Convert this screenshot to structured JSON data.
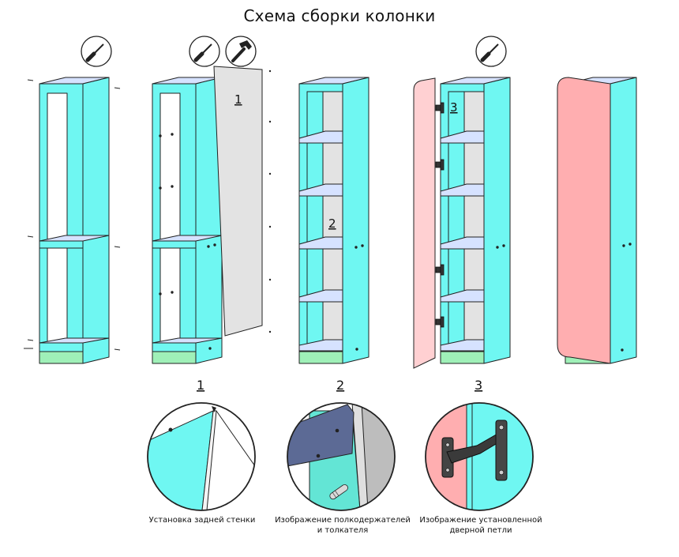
{
  "title": "Схема сборки колонки",
  "callouts": {
    "back_wall": "1",
    "shelf_holder": "2",
    "hinge": "3"
  },
  "details": [
    {
      "number": "1",
      "caption": "Установка задней стенки"
    },
    {
      "number": "2",
      "caption": "Изображение полкодержателей и толкателя"
    },
    {
      "number": "3",
      "caption": "Изображение установленной дверной петли"
    }
  ],
  "colors": {
    "carcass": "#6ff7f2",
    "top_panel": "#d6e2ff",
    "plinth": "#9ff0b8",
    "back_panel": "#e3e3e3",
    "door": "#ffaeb0",
    "door_open": "#ffd0d2"
  },
  "tools": [
    "screwdriver-icon",
    "screwdriver-icon",
    "hammer-icon",
    "screwdriver-icon"
  ]
}
